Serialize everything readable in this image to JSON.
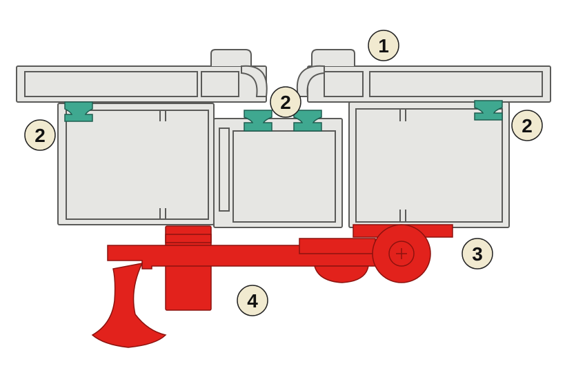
{
  "callouts": {
    "glass_panel": "1",
    "seal_left": "2",
    "seal_center": "2",
    "seal_right": "2",
    "roller_assembly": "3",
    "handle_track": "4"
  },
  "colors": {
    "background": "#ffffff",
    "profile_fill": "#e6e6e3",
    "profile_stroke": "#5a5a58",
    "gasket_fill": "#3fa890",
    "gasket_stroke": "#1f5d50",
    "hardware_red": "#e2221c",
    "hardware_dark": "#8c120e",
    "callout_fill": "#f1ead0",
    "callout_stroke": "#222222"
  }
}
